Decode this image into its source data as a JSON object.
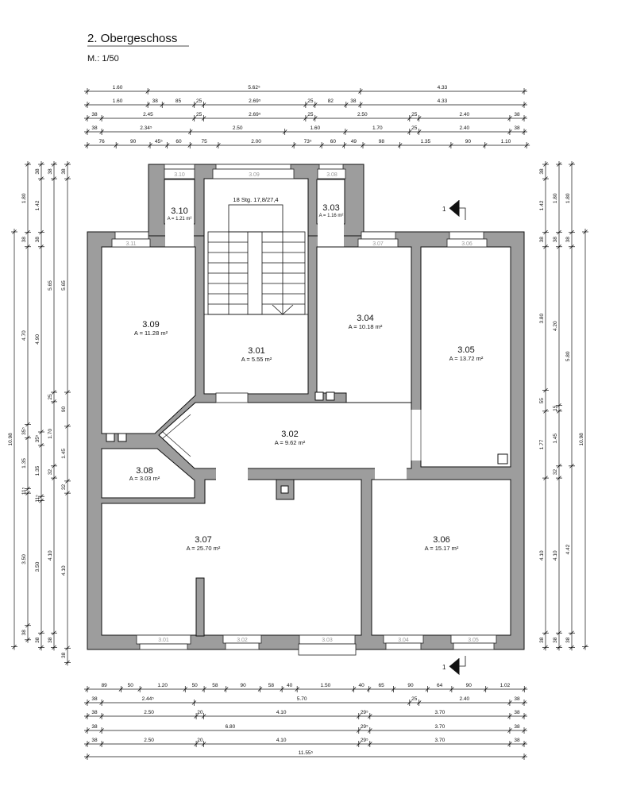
{
  "header": {
    "title": "2. Obergeschoss",
    "scale": "M.: 1/50"
  },
  "stairs": {
    "label": "18 Stg. 17,8/27,4"
  },
  "rooms": {
    "r310": {
      "number": "3.10",
      "area": "A = 1.21 m²"
    },
    "r303": {
      "number": "3.03",
      "area": "A = 1.16 m²"
    },
    "r309": {
      "number": "3.09",
      "area": "A = 11.28 m²"
    },
    "r301": {
      "number": "3.01",
      "area": "A = 5.55 m²"
    },
    "r304": {
      "number": "3.04",
      "area": "A = 10.18 m²"
    },
    "r305": {
      "number": "3.05",
      "area": "A = 13.72 m²"
    },
    "r302": {
      "number": "3.02",
      "area": "A = 9.62 m²"
    },
    "r308": {
      "number": "3.08",
      "area": "A = 3.03 m²"
    },
    "r307": {
      "number": "3.07",
      "area": "A = 25.70 m²"
    },
    "r306": {
      "number": "3.06",
      "area": "A = 15.17 m²"
    }
  },
  "windows": {
    "top": [
      "3.10",
      "3.09",
      "3.08",
      "3.11",
      "3.07",
      "3.06"
    ],
    "bottom": [
      "3.01",
      "3.02",
      "3.03",
      "3.04",
      "3.05"
    ]
  },
  "section_marker": "1",
  "dimensions": {
    "top": [
      [
        "1.60",
        "5.62⁵",
        "4.33"
      ],
      [
        "1.60",
        "38",
        "85",
        "25",
        "2.69⁵",
        "25",
        "82",
        "38",
        "4.33"
      ],
      [
        "38",
        "2.45",
        "25",
        "2.69⁵",
        "25",
        "2.50",
        "25",
        "2.40",
        "38"
      ],
      [
        "38",
        "2.34⁵",
        "2.50",
        "1.60",
        "1.70",
        "25",
        "2.40",
        "38"
      ],
      [
        "76",
        "90",
        "45⁵",
        "60",
        "75",
        "2.00",
        "73⁵",
        "60",
        "49",
        "98",
        "1.35",
        "90",
        "1.10"
      ]
    ],
    "bottom": [
      [
        "89",
        "50",
        "1.20",
        "50",
        "58",
        "90",
        "58",
        "40",
        "1.50",
        "40",
        "65",
        "90",
        "64",
        "90",
        "1.02"
      ],
      [
        "38",
        "2.44⁵",
        "5.70",
        "25",
        "2.40",
        "38"
      ],
      [
        "38",
        "2.50",
        "20",
        "4.10",
        "29⁵",
        "3.70",
        "38"
      ],
      [
        "38",
        "6.80",
        "29⁵",
        "3.70",
        "38"
      ],
      [
        "38",
        "2.50",
        "20",
        "4.10",
        "29⁵",
        "3.70",
        "38"
      ],
      [
        "11.55⁵"
      ]
    ],
    "left": [
      [
        "10.98"
      ],
      [
        "1.80",
        "38",
        "4.70",
        "35⁵",
        "1.35",
        "11⁵",
        "3.50",
        "38"
      ],
      [
        "38",
        "1.42",
        "38",
        "4.90",
        "35⁵",
        "1.35",
        "11⁵",
        "3.50",
        "38"
      ],
      [
        "38",
        "5.65",
        "25",
        "1.70",
        "32",
        "4.10",
        "38"
      ],
      [
        "38",
        "5.65",
        "90",
        "1.45",
        "32",
        "4.10",
        "38"
      ]
    ],
    "right": [
      [
        "38",
        "1.42",
        "38",
        "3.80",
        "55",
        "1.77",
        "4.10",
        "38"
      ],
      [
        "1.80",
        "38",
        "4.20",
        "15",
        "1.45",
        "32",
        "4.10",
        "38"
      ],
      [
        "1.80",
        "38",
        "5.80",
        "4.42",
        "38"
      ],
      [
        "10.98"
      ]
    ]
  }
}
